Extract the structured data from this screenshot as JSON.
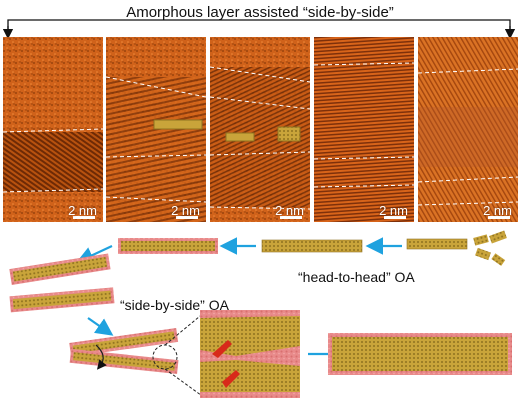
{
  "figure": {
    "title": "Amorphous layer assisted “side-by-side”",
    "scale_bars": [
      "2 nm",
      "2 nm",
      "2 nm",
      "2 nm",
      "2 nm"
    ],
    "labels": {
      "head_to_head": "“head-to-head” OA",
      "side_by_side": "“side-by-side” OA"
    },
    "colors": {
      "hrtem_bg": "#cf5e12",
      "crystal": "#c9a43a",
      "amorphous": "#e88a8a",
      "arrow": "#1fa2df",
      "rotation_arrow": "#d82a1a"
    }
  }
}
